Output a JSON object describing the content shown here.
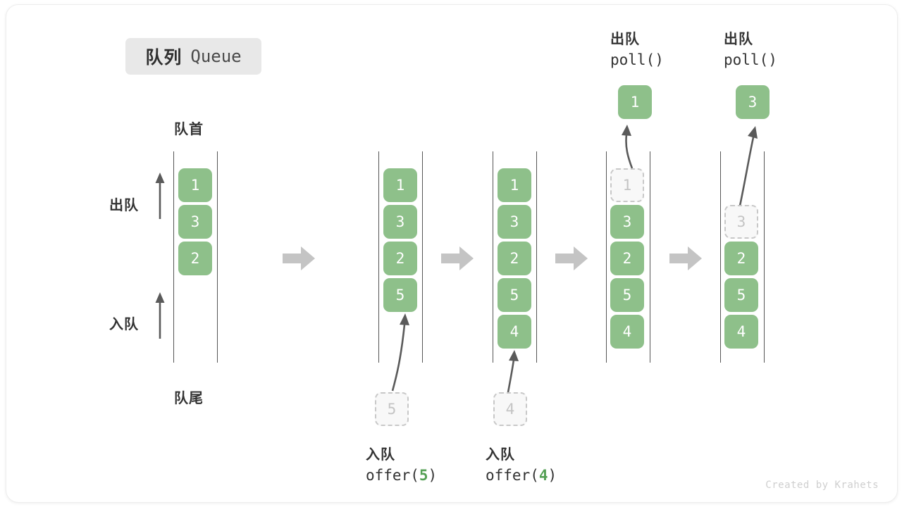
{
  "title": {
    "cn": "队列",
    "en": "Queue"
  },
  "labels": {
    "front": "队首",
    "rear": "队尾",
    "dequeue": "出队",
    "enqueue": "入队"
  },
  "colors": {
    "cell_fill": "#8ec08a",
    "cell_text": "#ffffff",
    "ghost_fill": "#f8f8f8",
    "ghost_border": "#c8c8c8",
    "ghost_text": "#c4c4c4",
    "rail": "#555555",
    "arrow": "#5a5a5a",
    "block_arrow": "#c4c4c4",
    "badge_bg": "#e8e8e8",
    "accent_number": "#55a055"
  },
  "stages": [
    {
      "id": "initial",
      "cells": [
        "1",
        "3",
        "2"
      ],
      "caption_cn": "",
      "caption_code": ""
    },
    {
      "id": "after-offer-5",
      "cells": [
        "1",
        "3",
        "2",
        "5"
      ],
      "incoming": "5",
      "caption_cn": "入队",
      "caption_code_prefix": "offer(",
      "caption_code_num": "5",
      "caption_code_suffix": ")"
    },
    {
      "id": "after-offer-4",
      "cells": [
        "1",
        "3",
        "2",
        "5",
        "4"
      ],
      "incoming": "4",
      "caption_cn": "入队",
      "caption_code_prefix": "offer(",
      "caption_code_num": "4",
      "caption_code_suffix": ")"
    },
    {
      "id": "after-poll-1",
      "removed": "1",
      "cells": [
        "3",
        "2",
        "5",
        "4"
      ],
      "caption_cn": "出队",
      "caption_code": "poll()",
      "popped": "1"
    },
    {
      "id": "after-poll-3",
      "removed": "3",
      "cells": [
        "2",
        "5",
        "4"
      ],
      "caption_cn": "出队",
      "caption_code": "poll()",
      "popped": "3"
    }
  ],
  "block_arrows": 4,
  "watermark": "Created by Krahets"
}
